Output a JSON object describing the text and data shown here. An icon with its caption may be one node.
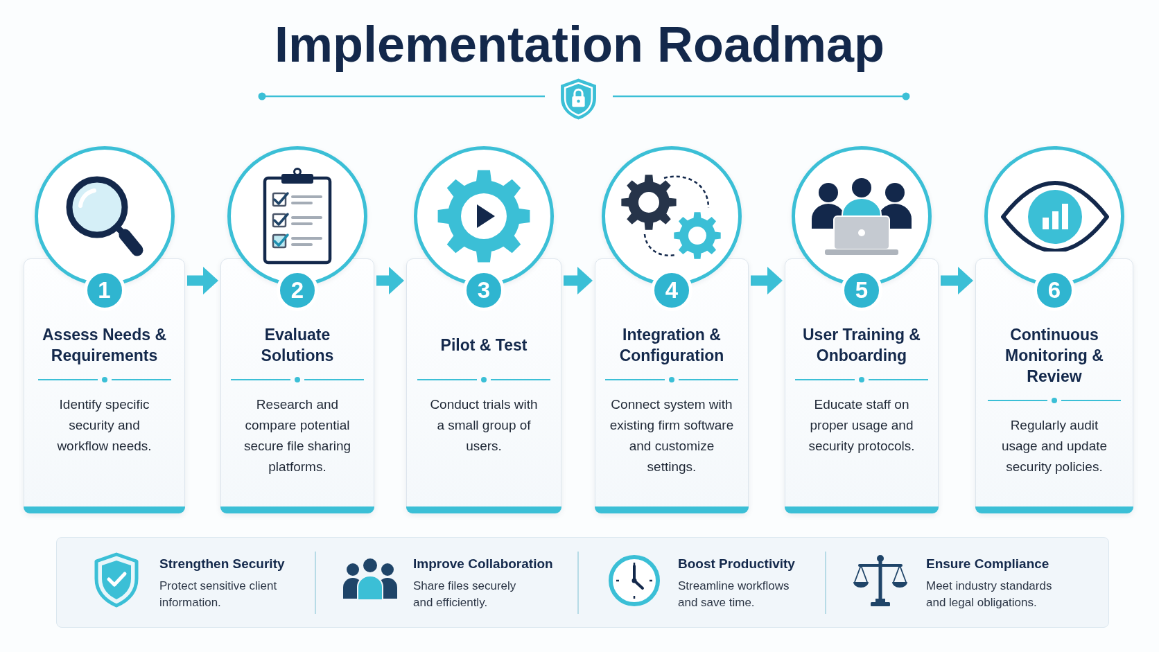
{
  "diagram": {
    "title": "Implementation Roadmap",
    "nodes": [
      {
        "text": [
          "1",
          "Assess Needs & Requirements",
          "Identify specific security and workflow needs."
        ]
      },
      {
        "text": [
          "2",
          "Evaluate Solutions",
          "Research and compare potential secure file sharing platforms."
        ]
      },
      {
        "text": [
          "3",
          "Pilot & Test",
          "Conduct trials with a small group of users."
        ]
      },
      {
        "text": [
          "4",
          "Integration & Configuration",
          "Connect system with existing firm software and customize settings."
        ]
      },
      {
        "text": [
          "5",
          "User Training & Onboarding",
          "Educate staff on proper usage and security protocols."
        ]
      },
      {
        "text": [
          "6",
          "Continuous Monitoring & Review",
          "Regularly audit usage and update security policies."
        ]
      }
    ],
    "edges": [
      {
        "from": 0,
        "to": 1,
        "arrow": "to"
      },
      {
        "from": 1,
        "to": 2,
        "arrow": "to"
      },
      {
        "from": 2,
        "to": 3,
        "arrow": "to"
      },
      {
        "from": 3,
        "to": 4,
        "arrow": "to"
      },
      {
        "from": 4,
        "to": 5,
        "arrow": "to"
      }
    ],
    "labels": [
      "Strengthen Security",
      "Protect sensitive client information.",
      "Improve Collaboration",
      "Share files securely and efficiently.",
      "Boost Productivity",
      "Streamline workflows and save time.",
      "Ensure Compliance",
      "Meet industry standards and legal obligations."
    ]
  }
}
